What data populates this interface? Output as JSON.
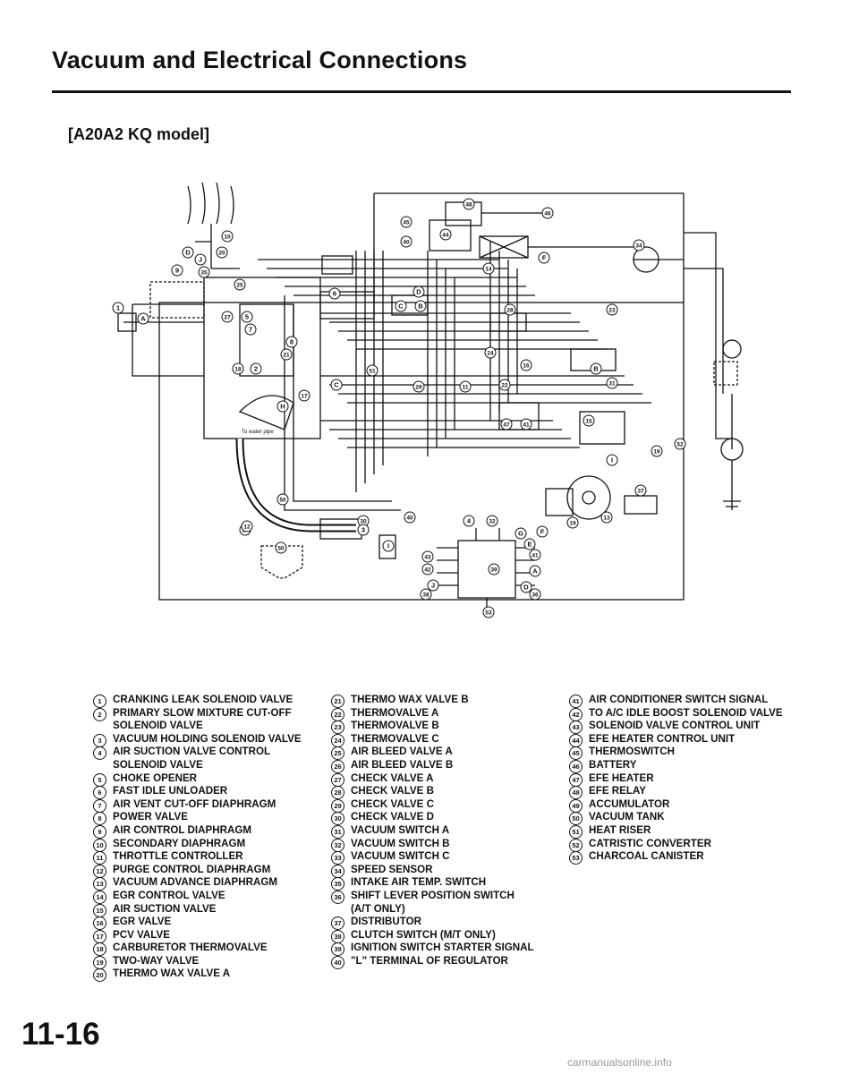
{
  "page_title": "Vacuum and Electrical Connections",
  "model_label": "[A20A2 KQ model]",
  "page_number": "11-16",
  "watermark": "carmanualsonline.info",
  "diagram": {
    "water_pipe_label": "To water pipe",
    "callouts": [
      "48",
      "46",
      "45",
      "44",
      "40",
      "10",
      "20",
      "D",
      "J",
      "9",
      "35",
      "25",
      "1",
      "A",
      "6",
      "B",
      "C",
      "D",
      "F",
      "34",
      "14",
      "27",
      "5",
      "7",
      "28",
      "23",
      "8",
      "24",
      "16",
      "18",
      "2",
      "21",
      "C",
      "51",
      "29",
      "11",
      "22",
      "B",
      "31",
      "H",
      "17",
      "47",
      "41",
      "15",
      "33",
      "19",
      "52",
      "I",
      "50",
      "30",
      "3",
      "40",
      "4",
      "32",
      "G",
      "37",
      "13",
      "19",
      "12",
      "50",
      "I",
      "E",
      "41",
      "A",
      "D",
      "43",
      "42",
      "39",
      "J",
      "38",
      "36",
      "53",
      "F"
    ]
  },
  "legend": {
    "column_1": [
      {
        "num": "1",
        "text": "CRANKING LEAK SOLENOID VALVE"
      },
      {
        "num": "2",
        "text": "PRIMARY SLOW MIXTURE CUT-OFF\nSOLENOID VALVE"
      },
      {
        "num": "3",
        "text": "VACUUM HOLDING SOLENOID VALVE"
      },
      {
        "num": "4",
        "text": "AIR SUCTION VALVE CONTROL\nSOLENOID VALVE"
      },
      {
        "num": "5",
        "text": "CHOKE OPENER"
      },
      {
        "num": "6",
        "text": "FAST IDLE UNLOADER"
      },
      {
        "num": "7",
        "text": "AIR VENT CUT-OFF DIAPHRAGM"
      },
      {
        "num": "8",
        "text": "POWER VALVE"
      },
      {
        "num": "9",
        "text": "AIR CONTROL DIAPHRAGM"
      },
      {
        "num": "10",
        "text": "SECONDARY DIAPHRAGM"
      },
      {
        "num": "11",
        "text": "THROTTLE CONTROLLER"
      },
      {
        "num": "12",
        "text": "PURGE CONTROL DIAPHRAGM"
      },
      {
        "num": "13",
        "text": "VACUUM ADVANCE DIAPHRAGM"
      },
      {
        "num": "14",
        "text": "EGR CONTROL VALVE"
      },
      {
        "num": "15",
        "text": "AIR SUCTION VALVE"
      },
      {
        "num": "16",
        "text": "EGR VALVE"
      },
      {
        "num": "17",
        "text": "PCV VALVE"
      },
      {
        "num": "18",
        "text": "CARBURETOR THERMOVALVE"
      },
      {
        "num": "19",
        "text": "TWO-WAY VALVE"
      },
      {
        "num": "20",
        "text": "THERMO WAX VALVE A"
      }
    ],
    "column_2": [
      {
        "num": "21",
        "text": "THERMO WAX VALVE B"
      },
      {
        "num": "22",
        "text": "THERMOVALVE A"
      },
      {
        "num": "23",
        "text": "THERMOVALVE B"
      },
      {
        "num": "24",
        "text": "THERMOVALVE C"
      },
      {
        "num": "25",
        "text": "AIR BLEED VALVE A"
      },
      {
        "num": "26",
        "text": "AIR BLEED VALVE B"
      },
      {
        "num": "27",
        "text": "CHECK VALVE A"
      },
      {
        "num": "28",
        "text": "CHECK VALVE B"
      },
      {
        "num": "29",
        "text": "CHECK VALVE C"
      },
      {
        "num": "30",
        "text": "CHECK VALVE D"
      },
      {
        "num": "31",
        "text": "VACUUM SWITCH A"
      },
      {
        "num": "32",
        "text": "VACUUM SWITCH B"
      },
      {
        "num": "33",
        "text": "VACUUM SWITCH C"
      },
      {
        "num": "34",
        "text": "SPEED SENSOR"
      },
      {
        "num": "35",
        "text": "INTAKE AIR TEMP. SWITCH"
      },
      {
        "num": "36",
        "text": "SHIFT LEVER POSITION SWITCH\n(A/T ONLY)"
      },
      {
        "num": "37",
        "text": "DISTRIBUTOR"
      },
      {
        "num": "38",
        "text": "CLUTCH SWITCH (M/T ONLY)"
      },
      {
        "num": "39",
        "text": "IGNITION SWITCH STARTER SIGNAL"
      },
      {
        "num": "40",
        "text": "\"L\" TERMINAL OF REGULATOR"
      }
    ],
    "column_3": [
      {
        "num": "41",
        "text": "AIR CONDITIONER SWITCH SIGNAL"
      },
      {
        "num": "42",
        "text": "TO A/C IDLE BOOST SOLENOID VALVE"
      },
      {
        "num": "43",
        "text": "SOLENOID VALVE CONTROL UNIT"
      },
      {
        "num": "44",
        "text": "EFE HEATER CONTROL UNIT"
      },
      {
        "num": "45",
        "text": "THERMOSWITCH"
      },
      {
        "num": "46",
        "text": "BATTERY"
      },
      {
        "num": "47",
        "text": "EFE HEATER"
      },
      {
        "num": "48",
        "text": "EFE RELAY"
      },
      {
        "num": "49",
        "text": "ACCUMULATOR"
      },
      {
        "num": "50",
        "text": "VACUUM TANK"
      },
      {
        "num": "51",
        "text": "HEAT RISER"
      },
      {
        "num": "52",
        "text": "CATRISTIC CONVERTER"
      },
      {
        "num": "53",
        "text": "CHARCOAL CANISTER"
      }
    ]
  }
}
